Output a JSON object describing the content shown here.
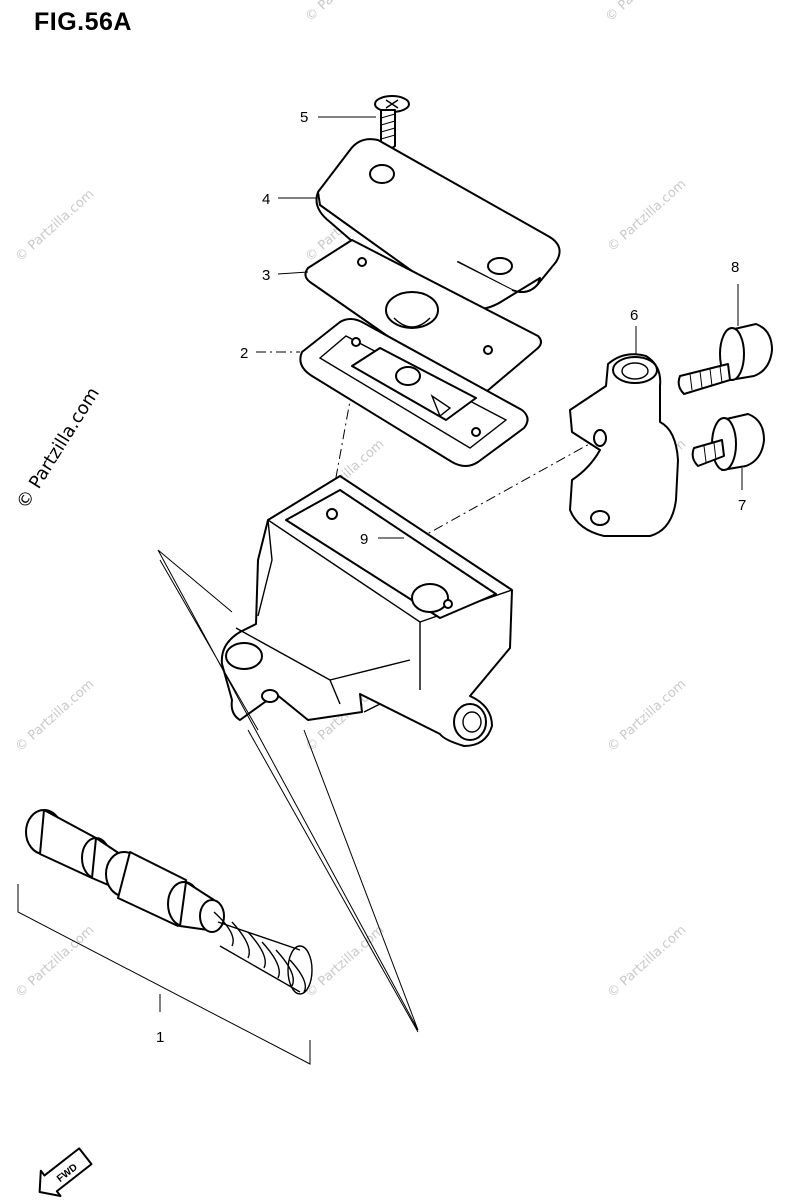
{
  "figure": {
    "title": "FIG.56A"
  },
  "callouts": [
    {
      "label": "1"
    },
    {
      "label": "2"
    },
    {
      "label": "3"
    },
    {
      "label": "4"
    },
    {
      "label": "5"
    },
    {
      "label": "6"
    },
    {
      "label": "7"
    },
    {
      "label": "8"
    },
    {
      "label": "9"
    }
  ],
  "watermark": {
    "text": "© Partzilla.com",
    "color": "#c9c9c9"
  },
  "direction_badge": {
    "text": "FWD",
    "icon": "forward-arrow-icon"
  }
}
